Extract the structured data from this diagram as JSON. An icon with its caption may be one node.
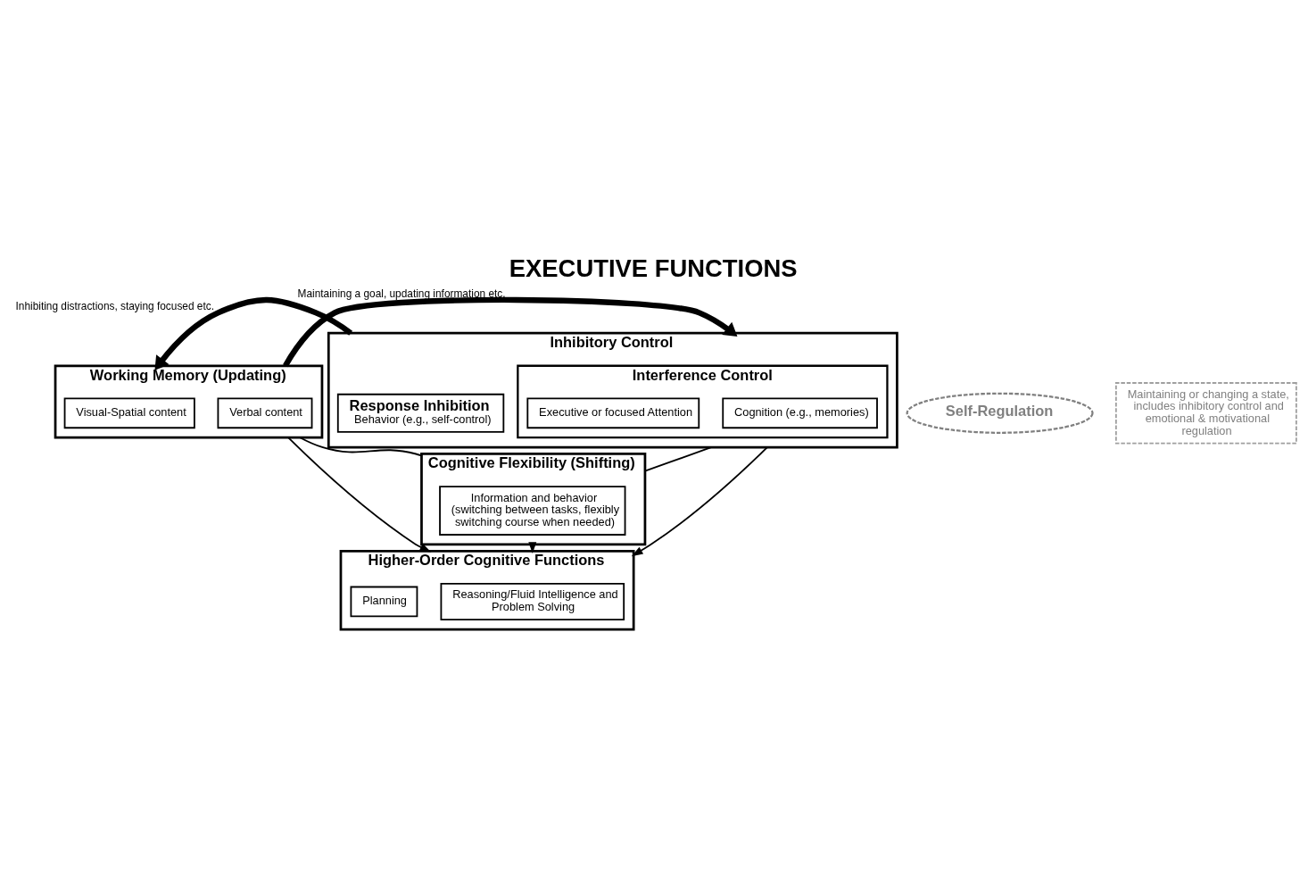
{
  "diagram": {
    "title": "EXECUTIVE FUNCTIONS",
    "nodes": [
      {
        "text": [
          "Working Memory (Updating)"
        ]
      },
      {
        "text": [
          "Verbal content"
        ],
        "in": 0
      },
      {
        "text": [
          "Visual-Spatial content"
        ],
        "in": 0
      },
      {
        "text": [
          "Inhibitory Control"
        ]
      },
      {
        "text": [
          "Interference Control"
        ],
        "in": 3
      },
      {
        "text": [
          "Cognition (e.g., memories)"
        ],
        "in": 4
      },
      {
        "text": [
          "Executive or focused Attention"
        ],
        "in": 4
      },
      {
        "text": [
          "Response Inhibition",
          "Behavior (e.g., self-control)"
        ],
        "in": 3
      },
      {
        "text": [
          "Self-Regulation"
        ]
      },
      {
        "text": [
          "Maintaining or changing a state, includes inhibitory control and emotional & motivational regulation"
        ]
      },
      {
        "text": [
          "Cognitive Flexibility (Shifting)"
        ]
      },
      {
        "text": [
          "Information and behavior (switching between tasks, flexibly switching course when needed)"
        ],
        "in": 10
      },
      {
        "text": [
          "Higher-Order Cognitive Functions"
        ]
      },
      {
        "text": [
          "Reasoning/Fluid Intelligence and Problem Solving"
        ],
        "in": 12
      },
      {
        "text": [
          "Planning"
        ],
        "in": 12
      }
    ],
    "edges": [
      {
        "from": 0,
        "to": 3,
        "arrow": "to",
        "label": "Maintaining a goal, updating information etc.",
        "style": "thick"
      },
      {
        "from": 3,
        "to": 0,
        "arrow": "to",
        "label": "Inhibiting distractions, staying focused etc.",
        "style": "thick"
      },
      {
        "from": 0,
        "to": 10,
        "arrow": "none"
      },
      {
        "from": 3,
        "to": 10,
        "arrow": "none"
      },
      {
        "from": 0,
        "to": 12,
        "arrow": "to"
      },
      {
        "from": 10,
        "to": 12,
        "arrow": "to"
      },
      {
        "from": 3,
        "to": 12,
        "arrow": "to"
      }
    ]
  }
}
